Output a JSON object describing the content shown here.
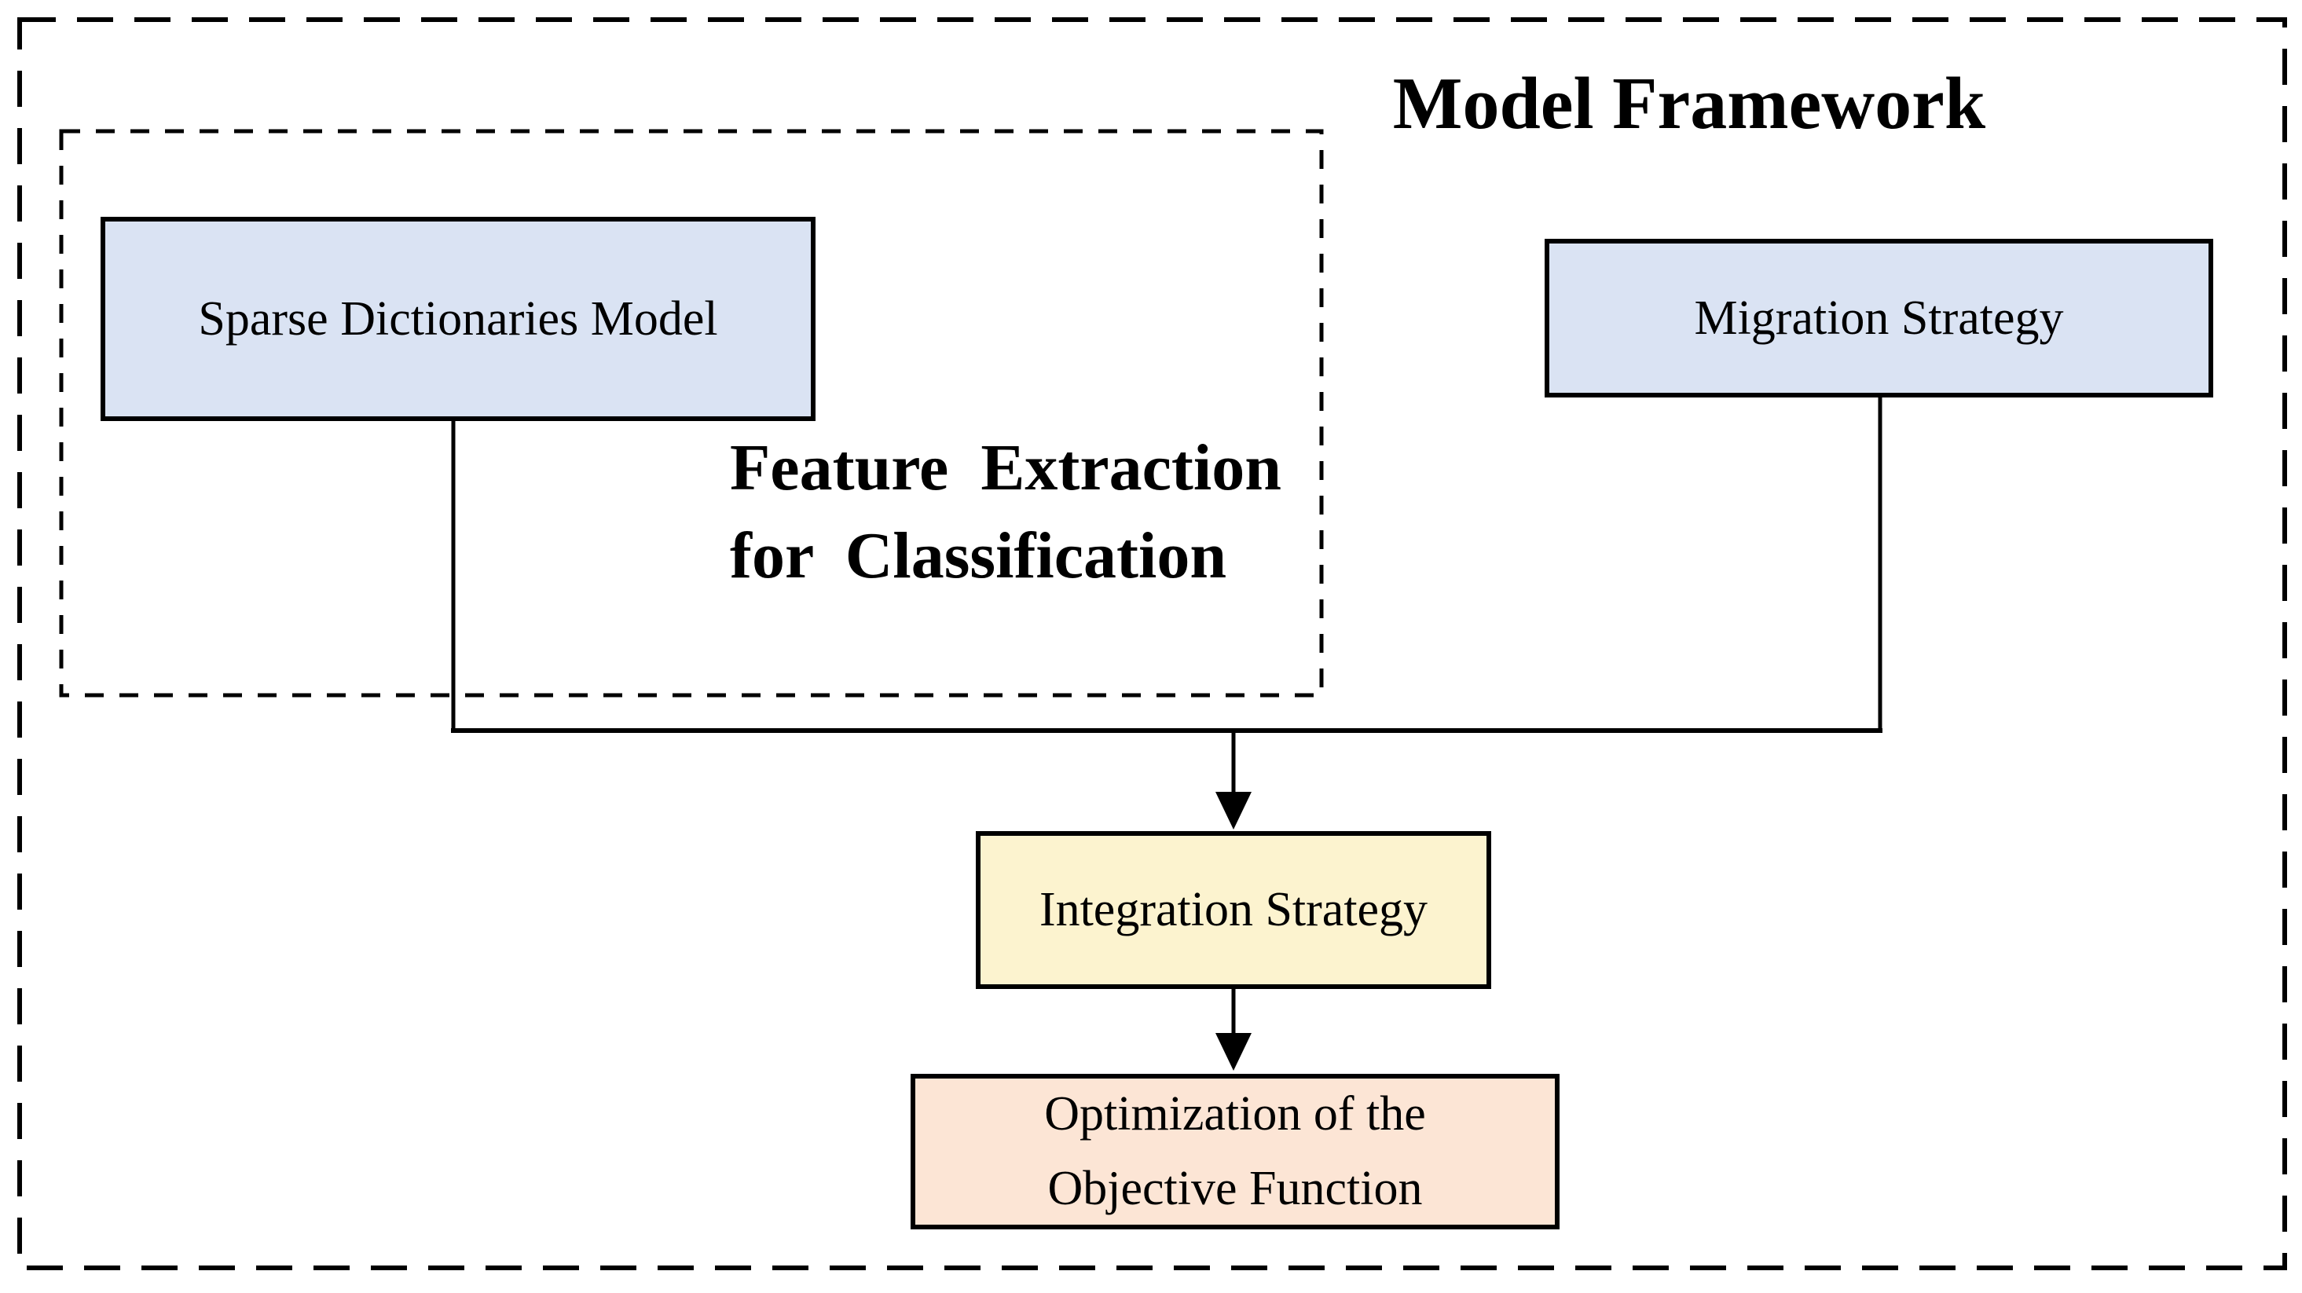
{
  "diagram": {
    "title": "Model Framework",
    "group_label": {
      "line1": "Feature Extraction",
      "line2": "for Classification"
    },
    "nodes": {
      "sparse": {
        "label": "Sparse Dictionaries Model"
      },
      "migration": {
        "label": "Migration Strategy"
      },
      "integration": {
        "label": "Integration Strategy"
      },
      "optimization": {
        "line1": "Optimization of the",
        "line2": "Objective Function"
      }
    },
    "colors": {
      "background": "#ffffff",
      "node_blue_fill": "#dae3f3",
      "node_yellow_fill": "#fcf3cf",
      "node_peach_fill": "#fce5d5",
      "line": "#000000",
      "text": "#000000"
    }
  }
}
